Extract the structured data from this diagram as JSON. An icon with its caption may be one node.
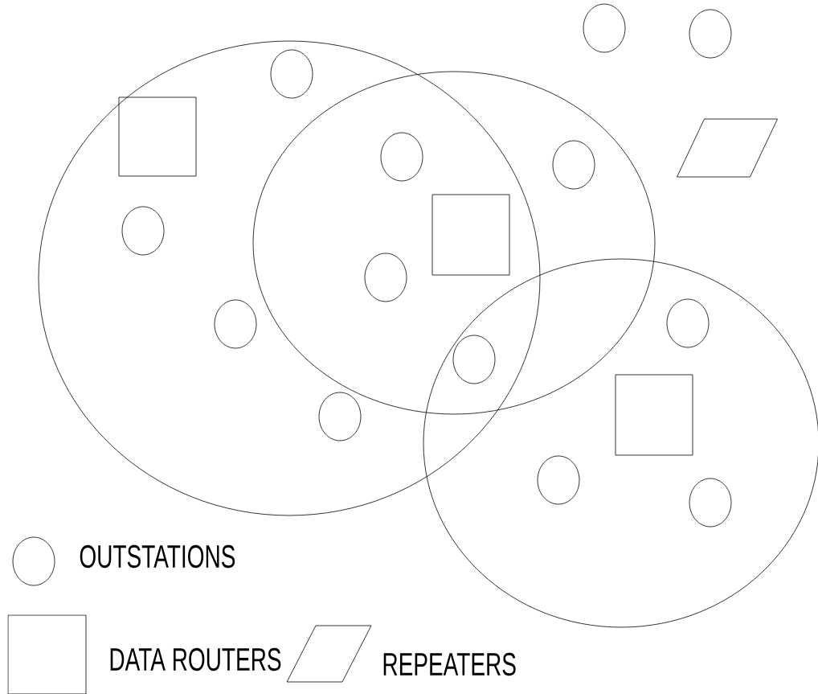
{
  "diagram": {
    "nodes": [
      {
        "text": [],
        "shape": "circle"
      },
      {
        "text": [],
        "shape": "ellipse"
      },
      {
        "text": [],
        "shape": "ellipse"
      },
      {
        "text": [],
        "shape": "circle",
        "in": 0
      },
      {
        "text": [],
        "shape": "circle"
      },
      {
        "text": [],
        "shape": "circle"
      },
      {
        "text": [],
        "shape": "box",
        "in": 0
      },
      {
        "text": [],
        "shape": "parallelogram"
      },
      {
        "text": [],
        "shape": "circle"
      },
      {
        "text": [],
        "shape": "circle",
        "in": 1
      },
      {
        "text": [],
        "shape": "circle",
        "in": 0
      },
      {
        "text": [],
        "shape": "box"
      },
      {
        "text": [],
        "shape": "circle"
      },
      {
        "text": [],
        "shape": "circle",
        "in": 0
      },
      {
        "text": [],
        "shape": "circle",
        "in": 2
      },
      {
        "text": [],
        "shape": "circle"
      },
      {
        "text": [],
        "shape": "box",
        "in": 2
      },
      {
        "text": [],
        "shape": "circle",
        "in": 0
      },
      {
        "text": [],
        "shape": "circle",
        "in": 2
      },
      {
        "text": [],
        "shape": "circle",
        "in": 2
      }
    ],
    "legend": [
      {
        "text": "OUTSTATIONS"
      },
      {
        "text": "DATA ROUTERS"
      },
      {
        "text": "REPEATERS"
      }
    ]
  }
}
